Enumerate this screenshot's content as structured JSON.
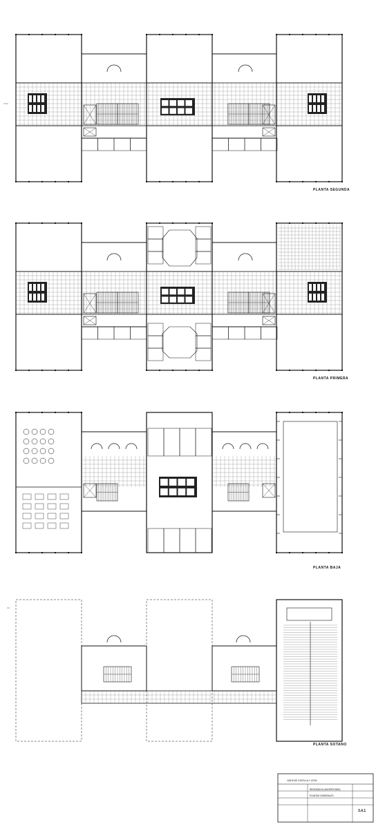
{
  "sheet": {
    "plans": [
      {
        "id": "segunda",
        "title": "PLANTA SEGUNDA"
      },
      {
        "id": "primera",
        "title": "PLANTA PRIMERA"
      },
      {
        "id": "baja",
        "title": "PLANTA BAJA"
      },
      {
        "id": "sotano",
        "title": "PLANTA SOTANO"
      }
    ],
    "title_block": {
      "header": "JUNTA DE CASTILLA Y LEON",
      "project": "RESIDENCIA UNIVERSITARIA",
      "drawing": "PLANTAS GENERALES",
      "sheet_no": "3.4.1"
    }
  },
  "colors": {
    "ink": "#111111",
    "paper": "#ffffff",
    "hatch": "#555555"
  }
}
